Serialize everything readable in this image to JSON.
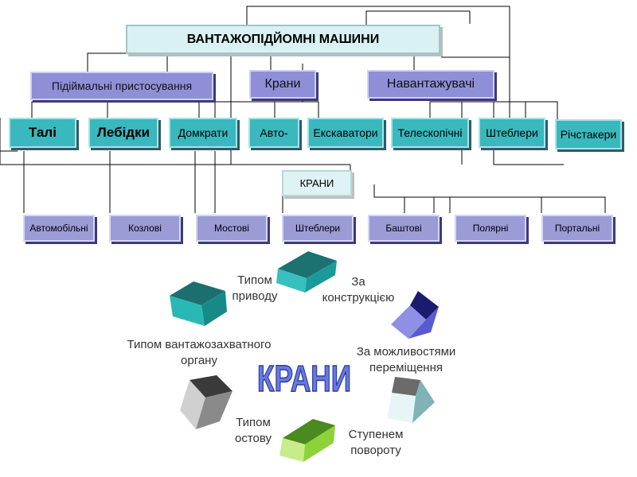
{
  "title": "ВАНТАЖОПІДЙОМНІ МАШИНИ",
  "level1": {
    "lifting_devices": "Підіймальні пристосування",
    "cranes": "Крани",
    "loaders": "Навантажувачі"
  },
  "level2": {
    "hoists": "Талі",
    "winches": "Лебідки",
    "jacks": "Домкрати",
    "auto": "Авто-",
    "excavators": "Екскаватори",
    "telescopic": "Телескопічні",
    "stackers": "Штеблери",
    "reachstackers": "Річстакери"
  },
  "cranes_box": "КРАНИ",
  "crane_types": {
    "automobile": "Автомобільні",
    "gantry": "Козлові",
    "bridge": "Мостові",
    "stackers": "Штеблери",
    "tower": "Баштові",
    "polar": "Полярні",
    "portal": "Портальні"
  },
  "center_word": "КРАНИ",
  "cycle": {
    "drive": "Типом\nприводу",
    "design": "За\nконструкцією",
    "mobility": "За можливостями\nпереміщення",
    "rotation": "Ступенем\nповороту",
    "frame": "Типом\nостову",
    "gripper": "Типом вантажозахватного\nоргану"
  },
  "colors": {
    "title_bg": "#d9f1f2",
    "level1_bg": "#8f8fd8",
    "level2_bg": "#39b8bd",
    "types_bg": "#9b9bd6",
    "arrow_teal": "#1a9a98",
    "arrow_blue": "#5a5ad0",
    "arrow_green": "#8ed23a",
    "arrow_gray": "#6b6b6b",
    "wordart": "#3a4cc8"
  },
  "icons": [
    "curved-arrow-icon"
  ]
}
